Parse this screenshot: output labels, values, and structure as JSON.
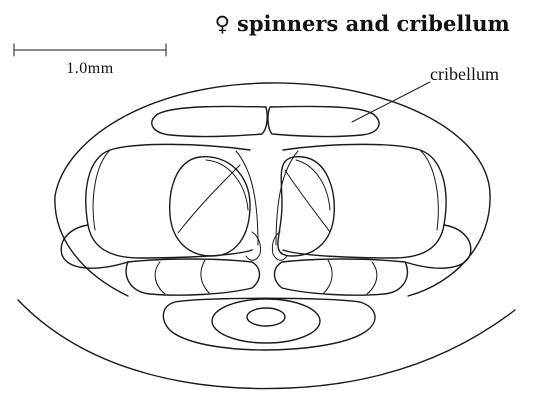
{
  "title": {
    "symbol": "♀",
    "text": "spinners and cribellum"
  },
  "scale_bar": {
    "label": "1.0mm"
  },
  "labels": {
    "cribellum": "cribellum"
  }
}
